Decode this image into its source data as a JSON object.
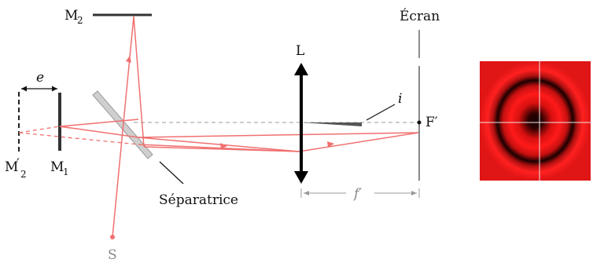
{
  "labels": {
    "mirror2": "M",
    "mirror2_sub": "2",
    "mirror1": "M",
    "mirror1_sub": "1",
    "mirror_image": "M",
    "mirror_image_prime": "′",
    "mirror_image_sub": "2",
    "e": "e",
    "separatrice": "Séparatrice",
    "source": "S",
    "lens": "L",
    "screen": "Écran",
    "focal_point": "F′",
    "angle": "i",
    "focal_length": "f′"
  },
  "colors": {
    "beam": "#f07070",
    "optical_axis": "#9a9a9a",
    "mirror": "#333333",
    "splitter": "#c8c8c8",
    "ring_bright": "#ff1a1a",
    "ring_dark": "#1a0000"
  },
  "icons": {
    "lens_arrows": "double-headed-arrow",
    "interference_pattern": "concentric-rings"
  }
}
